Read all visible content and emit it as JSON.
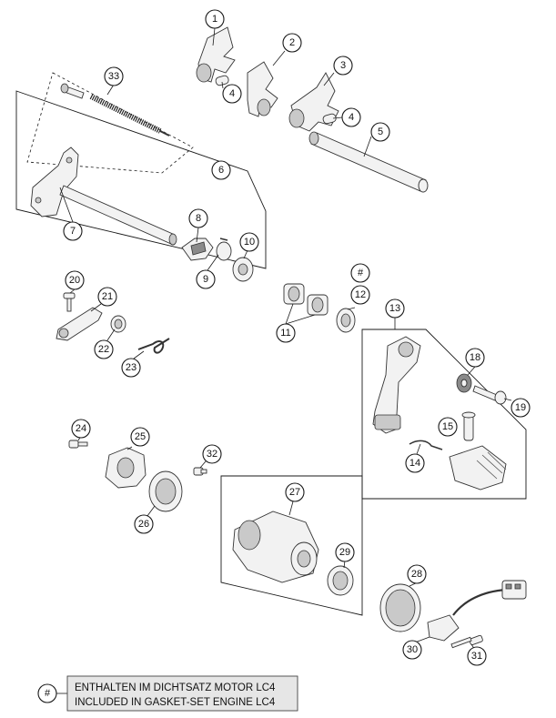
{
  "callouts": [
    "1",
    "2",
    "3",
    "4",
    "4",
    "5",
    "6",
    "7",
    "8",
    "9",
    "10",
    "#",
    "12",
    "11",
    "13",
    "18",
    "19",
    "15",
    "14",
    "20",
    "21",
    "22",
    "23",
    "24",
    "25",
    "32",
    "26",
    "27",
    "29",
    "28",
    "30",
    "31",
    "33"
  ],
  "legend": {
    "symbol": "#",
    "line1": "ENTHALTEN IM DICHTSATZ MOTOR LC4",
    "line2": "INCLUDED IN GASKET-SET ENGINE LC4"
  }
}
